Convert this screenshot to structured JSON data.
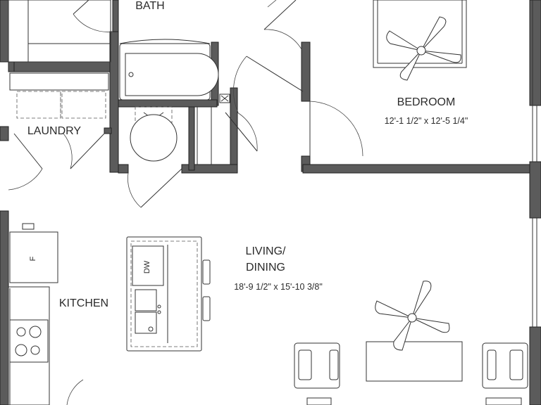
{
  "rooms": {
    "bath": {
      "name": "BATH"
    },
    "bedroom": {
      "name": "BEDROOM",
      "dimensions": "12'-1 1/2\" x 12'-5 1/4\""
    },
    "laundry": {
      "name": "LAUNDRY"
    },
    "living": {
      "name_line1": "LIVING/",
      "name_line2": "DINING",
      "dimensions": "18'-9 1/2\" x 15'-10 3/8\""
    },
    "kitchen": {
      "name": "KITCHEN"
    }
  },
  "fixtures": {
    "dishwasher": "DW",
    "fridge": "F"
  },
  "icons": {
    "ceiling_fan": "ceiling-fan-icon",
    "toilet": "toilet-icon",
    "bathtub": "bathtub-icon",
    "stove": "stove-icon",
    "sink": "sink-icon",
    "chair": "chair-icon"
  },
  "colors": {
    "wall_fill": "#5b5b5b",
    "line": "#333333",
    "background": "#ffffff"
  }
}
